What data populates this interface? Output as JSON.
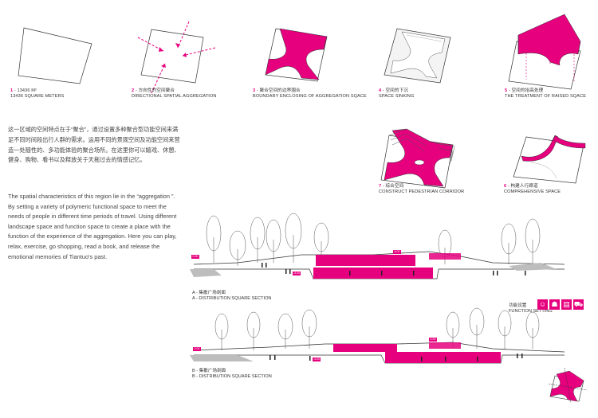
{
  "colors": {
    "accent": "#e6007e",
    "line": "#444444",
    "gray": "#bdbdbd"
  },
  "diagrams": [
    {
      "num": "1",
      "zh": " - 13436 M²",
      "en": "13436 SQUARE METERS"
    },
    {
      "num": "2",
      "zh": " - 方向性的空间聚合",
      "en": "DIRECTIONAL SPATIAL AGGREGATION"
    },
    {
      "num": "3",
      "zh": " - 聚合空间的边界围合",
      "en": "BOUNDARY ENCLOSING OF AGGREGATION SQACE"
    },
    {
      "num": "4",
      "zh": " - 空间的下沉",
      "en": "SPACE SINKING"
    },
    {
      "num": "5",
      "zh": " - 空间的抬高处理",
      "en": "THE TREATMENT OF RAISED SQACE"
    },
    {
      "num": "6",
      "zh": " - 构建人行廊道",
      "en": "COMPREHENSIVE SPACE"
    },
    {
      "num": "7",
      "zh": " - 综合空间",
      "en": "CONSTRUCT PEDESTRIAN CORRIDOR"
    }
  ],
  "description": {
    "zh": "这一区域的空间特点在于“聚合”，通过设置多种聚合型功能空间来满足不同时间段出行人群的需求。运用不同的景观空间及功能空间来营造一处随性的、多功能体验的聚合场所。在这里你可以嬉戏、休憩、健身、购物、看书以及释放关于天拖过去的情感记忆。",
    "en": "The spatial characteristics of this region lie in the “aggregation ”. By setting a variety of polymeric functional space to meet the needs of people in different time periods of travel. Using different landscape space and function space to create a place with the function of the experience of the aggregation. Here you can play, relax, exercise, go shopping, read a book, and release the emotional memories of Tiantuo's past."
  },
  "sections": [
    {
      "zh": "A - 集散广场剖面",
      "en": "A - DISTRIBUTION SQUARE SECTION",
      "levels": [
        "0.00",
        "-3.00",
        "6.00"
      ]
    },
    {
      "zh": "B - 集散广场剖面",
      "en": "B - DISTRIBUTION SQUARE SECTION",
      "levels": [
        "0.00",
        "-3.00",
        "4.00"
      ]
    }
  ],
  "function_setting": {
    "zh": "功能设置",
    "en": "FUNCTION SETTING",
    "icons": [
      "play-icon",
      "exercise-icon",
      "reading-icon",
      "shopping-icon"
    ]
  }
}
